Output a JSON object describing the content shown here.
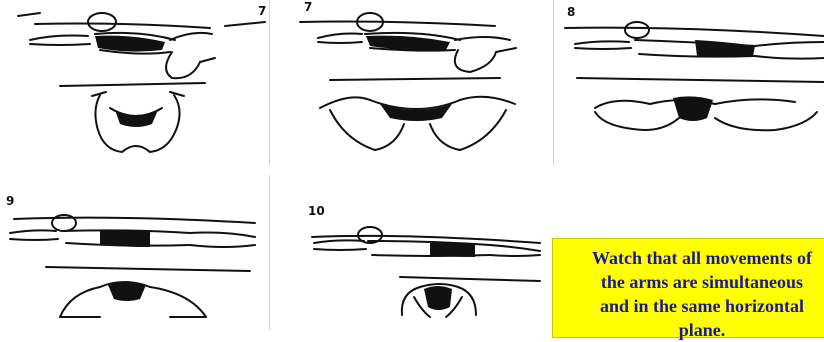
{
  "frames": [
    {
      "id": "frame-7",
      "number": "7"
    },
    {
      "id": "frame-7b",
      "number": "7"
    },
    {
      "id": "frame-8",
      "number": "8"
    },
    {
      "id": "frame-9",
      "number": "9"
    },
    {
      "id": "frame-10",
      "number": "10"
    }
  ],
  "note": {
    "lines": [
      "Watch that all movements of",
      "the arms are simultaneous",
      "and in the same horizontal",
      "plane."
    ],
    "background_color": "#ffff00",
    "text_color": "#1a1a99"
  }
}
